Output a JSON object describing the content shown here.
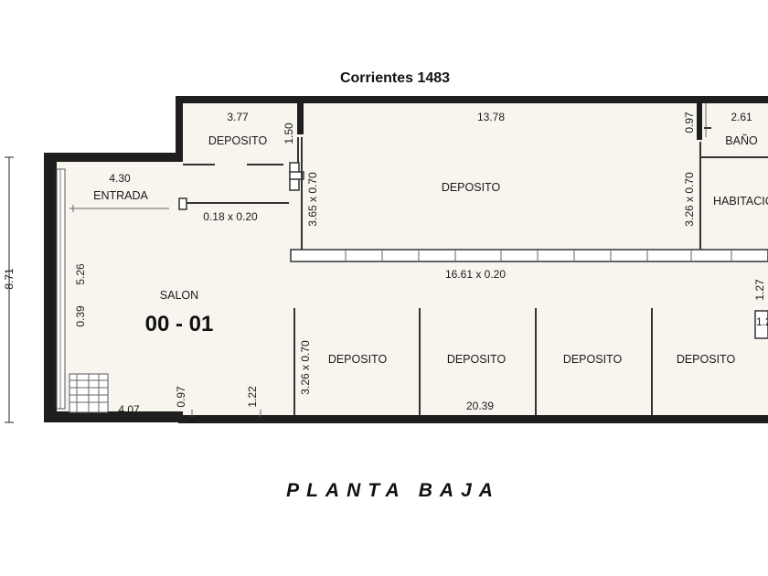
{
  "street": "Corrientes 1483",
  "plan_title": "PLANTA BAJA",
  "unit_number": "00 - 01",
  "rooms": {
    "salon": "SALON",
    "entrada": "ENTRADA",
    "deposito_top_left": "DEPOSITO",
    "deposito_large": "DEPOSITO",
    "bano": "BAÑO",
    "habitacion": "HABITACION",
    "deposito_1": "DEPOSITO",
    "deposito_2": "DEPOSITO",
    "deposito_3": "DEPOSITO",
    "deposito_4": "DEPOSITO"
  },
  "dimensions": {
    "left_height": "8.71",
    "entrada_width": "4.30",
    "opening_entrada": "0.18 x 0.20",
    "deposito_top_width": "3.77",
    "deposito_top_door": "1.50",
    "large_deposito_width": "13.78",
    "large_left_opening": "3.65 x 0.70",
    "large_right_opening": "3.26 x 0.70",
    "bano_door": "0.97",
    "bano_width": "2.61",
    "corridor_wall": "16.61 x 0.20",
    "salon_depth": "5.26",
    "salon_left": "0.39",
    "bottom_left_width": "4.07",
    "bottom_door": "0.97",
    "bottom_opening": "1.22",
    "lower_deposito_opening": "3.26 x 0.70",
    "bottom_total_width": "20.39",
    "right_side": "1.27",
    "right_side_cut": "1.2"
  },
  "colors": {
    "floor": "#f8f5ee",
    "wall": "#1e1e1e",
    "background": "#ffffff"
  }
}
